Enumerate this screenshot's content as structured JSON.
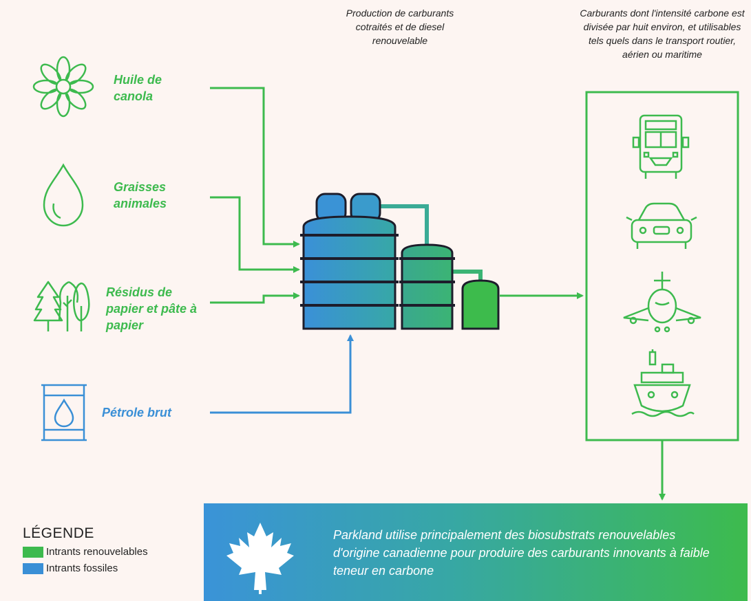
{
  "captions": {
    "production": "Production de carburants cotraités et de diesel renouvelable",
    "output": "Carburants dont l'intensité carbone est divisée par huit environ, et utilisables tels quels dans le transport routier, aérien ou maritime"
  },
  "inputs": [
    {
      "label": "Huile de canola",
      "icon": "flower-icon",
      "type": "renewable"
    },
    {
      "label": "Graisses animales",
      "icon": "drop-icon",
      "type": "renewable"
    },
    {
      "label": "Résidus de papier et pâte à papier",
      "icon": "trees-icon",
      "type": "renewable"
    },
    {
      "label": "Pétrole brut",
      "icon": "oil-barrel-icon",
      "type": "fossil"
    }
  ],
  "outputs": [
    {
      "icon": "truck-icon"
    },
    {
      "icon": "car-icon"
    },
    {
      "icon": "airplane-icon"
    },
    {
      "icon": "ship-icon"
    }
  ],
  "legend": {
    "title": "LÉGENDE",
    "items": [
      {
        "label": "Intrants renouvelables",
        "color": "#3dba4e"
      },
      {
        "label": "Intrants fossiles",
        "color": "#3a8fd6"
      }
    ]
  },
  "banner": {
    "icon": "maple-leaf-icon",
    "text": "Parkland utilise principalement des biosubstrats renouvelables d'origine canadienne pour produire des carburants innovants à faible teneur en carbone"
  },
  "colors": {
    "renewable": "#3dba4e",
    "fossil": "#3a8fd6",
    "background": "#fdf5f2"
  }
}
